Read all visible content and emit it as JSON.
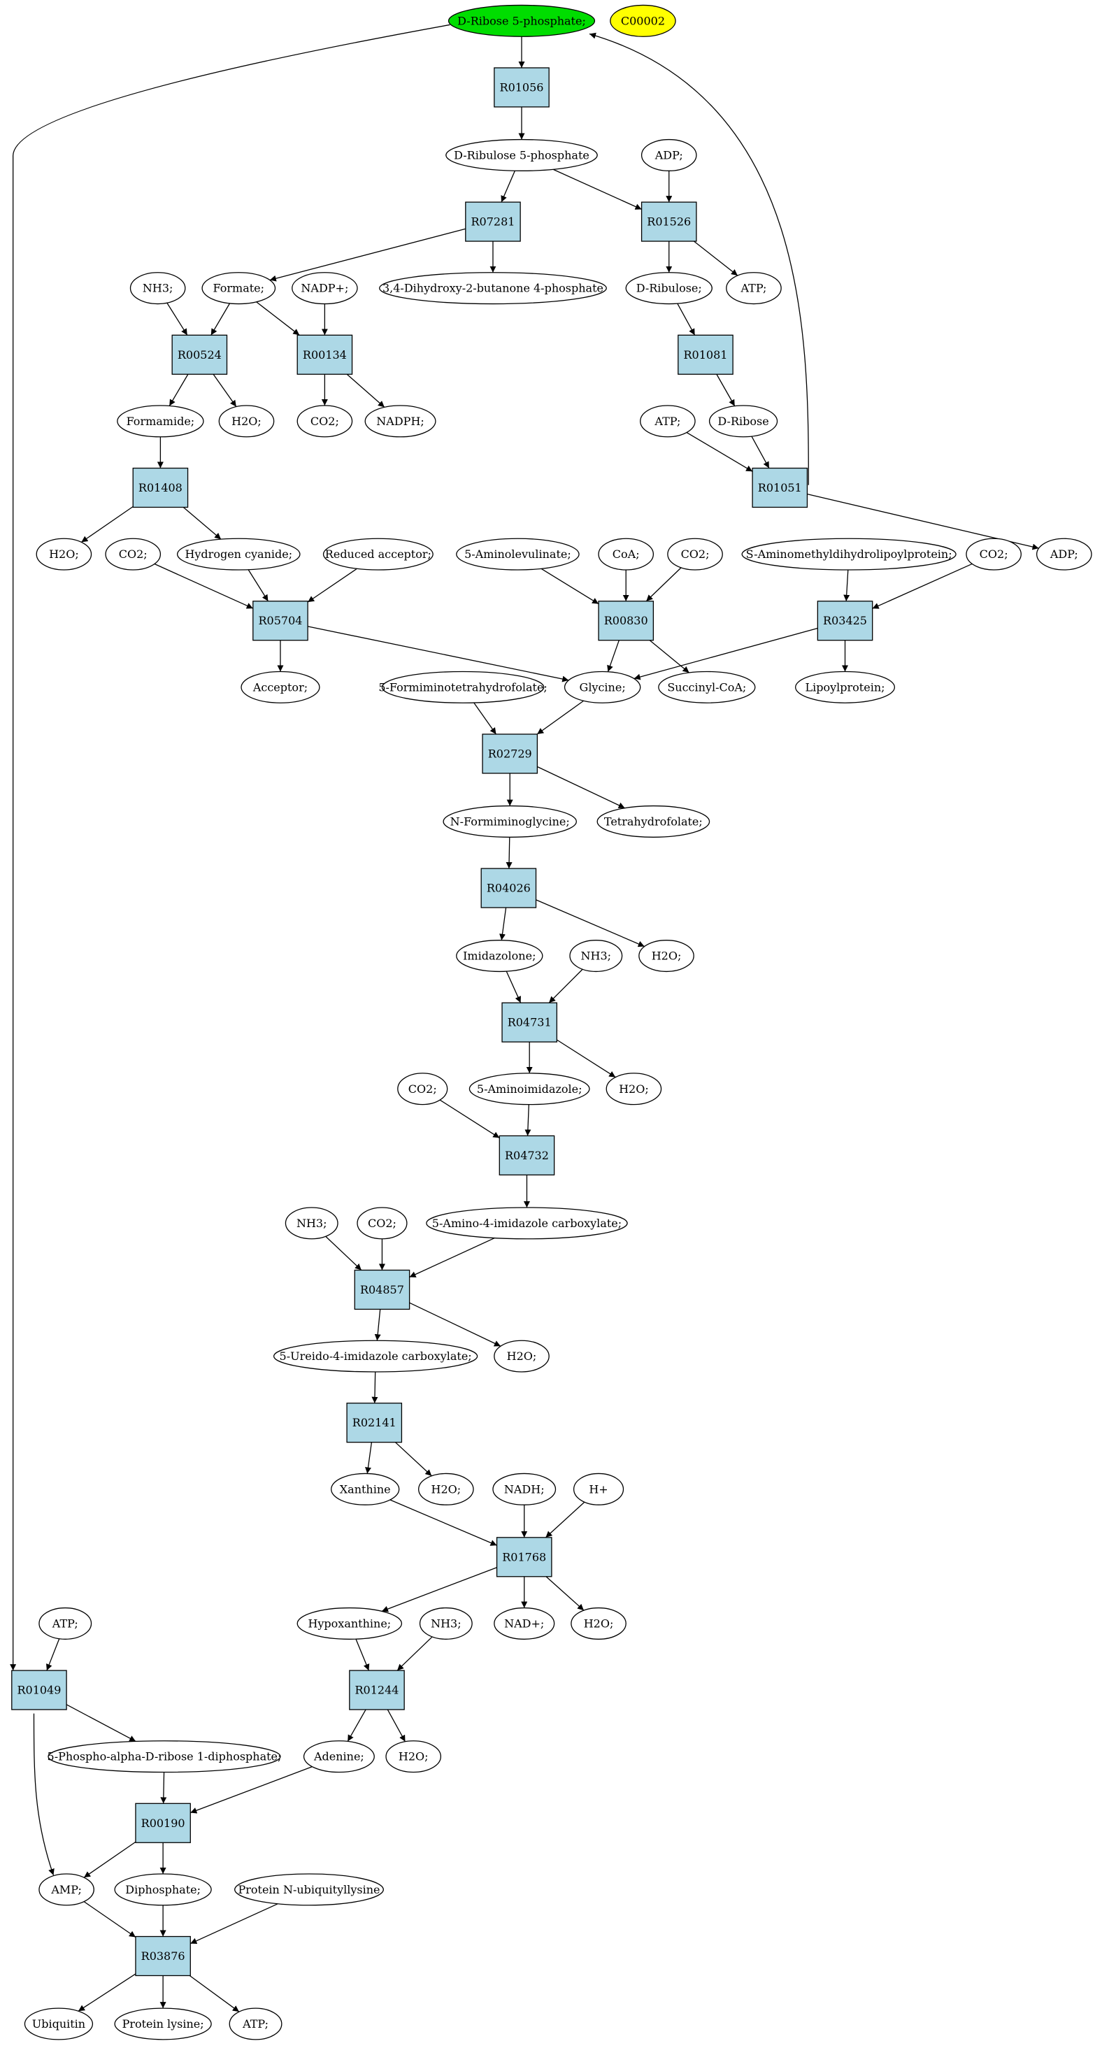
{
  "colors": {
    "start_node": "#00dd00",
    "highlight_node": "#ffff00",
    "reaction_fill": "#add8e6",
    "metabolite_fill": "#ffffff"
  },
  "nodes": {
    "m_rib5p": {
      "label": "D-Ribose 5-phosphate;",
      "kind": "metabolite",
      "color": "#00dd00"
    },
    "m_c00002": {
      "label": "C00002",
      "kind": "metabolite",
      "color": "#ffff00"
    },
    "r_R01056": {
      "label": "R01056",
      "kind": "reaction"
    },
    "m_ru5p": {
      "label": "D-Ribulose 5-phosphate",
      "kind": "metabolite"
    },
    "m_adp1": {
      "label": "ADP;",
      "kind": "metabolite"
    },
    "r_R07281": {
      "label": "R07281",
      "kind": "reaction"
    },
    "r_R01526": {
      "label": "R01526",
      "kind": "reaction"
    },
    "m_nh3a": {
      "label": "NH3;",
      "kind": "metabolite"
    },
    "m_formate": {
      "label": "Formate;",
      "kind": "metabolite"
    },
    "m_nadp": {
      "label": "NADP+;",
      "kind": "metabolite"
    },
    "m_dhbp": {
      "label": "3,4-Dihydroxy-2-butanone 4-phosphate",
      "kind": "metabolite"
    },
    "m_dribulose": {
      "label": "D-Ribulose;",
      "kind": "metabolite"
    },
    "m_atp1": {
      "label": "ATP;",
      "kind": "metabolite"
    },
    "r_R00524": {
      "label": "R00524",
      "kind": "reaction"
    },
    "r_R00134": {
      "label": "R00134",
      "kind": "reaction"
    },
    "r_R01081": {
      "label": "R01081",
      "kind": "reaction"
    },
    "m_formamide": {
      "label": "Formamide;",
      "kind": "metabolite"
    },
    "m_h2o1": {
      "label": "H2O;",
      "kind": "metabolite"
    },
    "m_co2a": {
      "label": "CO2;",
      "kind": "metabolite"
    },
    "m_nadph": {
      "label": "NADPH;",
      "kind": "metabolite"
    },
    "m_atp2": {
      "label": "ATP;",
      "kind": "metabolite"
    },
    "m_dribose": {
      "label": "D-Ribose",
      "kind": "metabolite"
    },
    "r_R01408": {
      "label": "R01408",
      "kind": "reaction"
    },
    "r_R01051": {
      "label": "R01051",
      "kind": "reaction"
    },
    "m_h2o2": {
      "label": "H2O;",
      "kind": "metabolite"
    },
    "m_co2b": {
      "label": "CO2;",
      "kind": "metabolite"
    },
    "m_hcn": {
      "label": "Hydrogen cyanide;",
      "kind": "metabolite"
    },
    "m_redacc": {
      "label": "Reduced acceptor;",
      "kind": "metabolite"
    },
    "m_ala": {
      "label": "5-Aminolevulinate;",
      "kind": "metabolite"
    },
    "m_coa": {
      "label": "CoA;",
      "kind": "metabolite"
    },
    "m_co2c": {
      "label": "CO2;",
      "kind": "metabolite"
    },
    "m_samdlp": {
      "label": "S-Aminomethyldihydrolipoylprotein;",
      "kind": "metabolite"
    },
    "m_co2d": {
      "label": "CO2;",
      "kind": "metabolite"
    },
    "m_adp2": {
      "label": "ADP;",
      "kind": "metabolite"
    },
    "r_R05704": {
      "label": "R05704",
      "kind": "reaction"
    },
    "r_R00830": {
      "label": "R00830",
      "kind": "reaction"
    },
    "r_R03425": {
      "label": "R03425",
      "kind": "reaction"
    },
    "m_acceptor": {
      "label": "Acceptor;",
      "kind": "metabolite"
    },
    "m_fthf": {
      "label": "5-Formiminotetrahydrofolate;",
      "kind": "metabolite"
    },
    "m_glycine": {
      "label": "Glycine;",
      "kind": "metabolite"
    },
    "m_succoa": {
      "label": "Succinyl-CoA;",
      "kind": "metabolite"
    },
    "m_lipoyl": {
      "label": "Lipoylprotein;",
      "kind": "metabolite"
    },
    "r_R02729": {
      "label": "R02729",
      "kind": "reaction"
    },
    "m_nfg": {
      "label": "N-Formiminoglycine;",
      "kind": "metabolite"
    },
    "m_thf": {
      "label": "Tetrahydrofolate;",
      "kind": "metabolite"
    },
    "r_R04026": {
      "label": "R04026",
      "kind": "reaction"
    },
    "m_imidazolone": {
      "label": "Imidazolone;",
      "kind": "metabolite"
    },
    "m_nh3b": {
      "label": "NH3;",
      "kind": "metabolite"
    },
    "m_h2o3": {
      "label": "H2O;",
      "kind": "metabolite"
    },
    "r_R04731": {
      "label": "R04731",
      "kind": "reaction"
    },
    "m_co2e": {
      "label": "CO2;",
      "kind": "metabolite"
    },
    "m_5ai": {
      "label": "5-Aminoimidazole;",
      "kind": "metabolite"
    },
    "m_h2o4": {
      "label": "H2O;",
      "kind": "metabolite"
    },
    "r_R04732": {
      "label": "R04732",
      "kind": "reaction"
    },
    "m_nh3c": {
      "label": "NH3;",
      "kind": "metabolite"
    },
    "m_co2f": {
      "label": "CO2;",
      "kind": "metabolite"
    },
    "m_5a4ic": {
      "label": "5-Amino-4-imidazole carboxylate;",
      "kind": "metabolite"
    },
    "r_R04857": {
      "label": "R04857",
      "kind": "reaction"
    },
    "m_5u4ic": {
      "label": "5-Ureido-4-imidazole carboxylate;",
      "kind": "metabolite"
    },
    "m_h2o5": {
      "label": "H2O;",
      "kind": "metabolite"
    },
    "r_R02141": {
      "label": "R02141",
      "kind": "reaction"
    },
    "m_xanthine": {
      "label": "Xanthine",
      "kind": "metabolite"
    },
    "m_h2o6": {
      "label": "H2O;",
      "kind": "metabolite"
    },
    "m_nadh": {
      "label": "NADH;",
      "kind": "metabolite"
    },
    "m_hplus": {
      "label": "H+",
      "kind": "metabolite"
    },
    "r_R01768": {
      "label": "R01768",
      "kind": "reaction"
    },
    "m_atp3": {
      "label": "ATP;",
      "kind": "metabolite"
    },
    "m_hypox": {
      "label": "Hypoxanthine;",
      "kind": "metabolite"
    },
    "m_nh3d": {
      "label": "NH3;",
      "kind": "metabolite"
    },
    "m_nad": {
      "label": "NAD+;",
      "kind": "metabolite"
    },
    "m_h2o7": {
      "label": "H2O;",
      "kind": "metabolite"
    },
    "r_R01049": {
      "label": "R01049",
      "kind": "reaction"
    },
    "r_R01244": {
      "label": "R01244",
      "kind": "reaction"
    },
    "m_prpp": {
      "label": "5-Phospho-alpha-D-ribose 1-diphosphate;",
      "kind": "metabolite"
    },
    "m_adenine": {
      "label": "Adenine;",
      "kind": "metabolite"
    },
    "m_h2o8": {
      "label": "H2O;",
      "kind": "metabolite"
    },
    "r_R00190": {
      "label": "R00190",
      "kind": "reaction"
    },
    "m_amp": {
      "label": "AMP;",
      "kind": "metabolite"
    },
    "m_diphosphate": {
      "label": "Diphosphate;",
      "kind": "metabolite"
    },
    "m_pnul": {
      "label": "Protein N-ubiquityllysine",
      "kind": "metabolite"
    },
    "r_R03876": {
      "label": "R03876",
      "kind": "reaction"
    },
    "m_ubiquitin": {
      "label": "Ubiquitin",
      "kind": "metabolite"
    },
    "m_plys": {
      "label": "Protein lysine;",
      "kind": "metabolite"
    },
    "m_atp4": {
      "label": "ATP;",
      "kind": "metabolite"
    }
  },
  "edges": [
    [
      "m_rib5p",
      "r_R01056"
    ],
    [
      "r_R01056",
      "m_ru5p"
    ],
    [
      "m_ru5p",
      "r_R07281"
    ],
    [
      "m_ru5p",
      "r_R01526"
    ],
    [
      "m_adp1",
      "r_R01526"
    ],
    [
      "r_R07281",
      "m_formate"
    ],
    [
      "r_R07281",
      "m_dhbp"
    ],
    [
      "r_R01526",
      "m_dribulose"
    ],
    [
      "r_R01526",
      "m_atp1"
    ],
    [
      "m_nh3a",
      "r_R00524"
    ],
    [
      "m_formate",
      "r_R00524"
    ],
    [
      "m_formate",
      "r_R00134"
    ],
    [
      "m_nadp",
      "r_R00134"
    ],
    [
      "m_dribulose",
      "r_R01081"
    ],
    [
      "r_R00524",
      "m_formamide"
    ],
    [
      "r_R00524",
      "m_h2o1"
    ],
    [
      "r_R00134",
      "m_co2a"
    ],
    [
      "r_R00134",
      "m_nadph"
    ],
    [
      "r_R01081",
      "m_dribose"
    ],
    [
      "m_formamide",
      "r_R01408"
    ],
    [
      "m_atp2",
      "r_R01051"
    ],
    [
      "m_dribose",
      "r_R01051"
    ],
    [
      "r_R01051",
      "m_rib5p"
    ],
    [
      "r_R01051",
      "m_adp2"
    ],
    [
      "r_R01408",
      "m_h2o2"
    ],
    [
      "r_R01408",
      "m_hcn"
    ],
    [
      "m_co2b",
      "r_R05704"
    ],
    [
      "m_hcn",
      "r_R05704"
    ],
    [
      "m_redacc",
      "r_R05704"
    ],
    [
      "m_ala",
      "r_R00830"
    ],
    [
      "m_coa",
      "r_R00830"
    ],
    [
      "m_co2c",
      "r_R00830"
    ],
    [
      "m_samdlp",
      "r_R03425"
    ],
    [
      "m_co2d",
      "r_R03425"
    ],
    [
      "r_R05704",
      "m_acceptor"
    ],
    [
      "r_R05704",
      "m_glycine"
    ],
    [
      "r_R00830",
      "m_glycine"
    ],
    [
      "r_R00830",
      "m_succoa"
    ],
    [
      "r_R03425",
      "m_glycine"
    ],
    [
      "r_R03425",
      "m_lipoyl"
    ],
    [
      "m_fthf",
      "r_R02729"
    ],
    [
      "m_glycine",
      "r_R02729"
    ],
    [
      "r_R02729",
      "m_nfg"
    ],
    [
      "r_R02729",
      "m_thf"
    ],
    [
      "m_nfg",
      "r_R04026"
    ],
    [
      "r_R04026",
      "m_imidazolone"
    ],
    [
      "r_R04026",
      "m_h2o3"
    ],
    [
      "m_imidazolone",
      "r_R04731"
    ],
    [
      "m_nh3b",
      "r_R04731"
    ],
    [
      "r_R04731",
      "m_5ai"
    ],
    [
      "r_R04731",
      "m_h2o4"
    ],
    [
      "m_co2e",
      "r_R04732"
    ],
    [
      "m_5ai",
      "r_R04732"
    ],
    [
      "r_R04732",
      "m_5a4ic"
    ],
    [
      "m_nh3c",
      "r_R04857"
    ],
    [
      "m_co2f",
      "r_R04857"
    ],
    [
      "m_5a4ic",
      "r_R04857"
    ],
    [
      "r_R04857",
      "m_5u4ic"
    ],
    [
      "r_R04857",
      "m_h2o5"
    ],
    [
      "m_5u4ic",
      "r_R02141"
    ],
    [
      "r_R02141",
      "m_xanthine"
    ],
    [
      "r_R02141",
      "m_h2o6"
    ],
    [
      "m_xanthine",
      "r_R01768"
    ],
    [
      "m_nadh",
      "r_R01768"
    ],
    [
      "m_hplus",
      "r_R01768"
    ],
    [
      "r_R01768",
      "m_hypox"
    ],
    [
      "r_R01768",
      "m_nad"
    ],
    [
      "r_R01768",
      "m_h2o7"
    ],
    [
      "m_hypox",
      "r_R01244"
    ],
    [
      "m_nh3d",
      "r_R01244"
    ],
    [
      "r_R01244",
      "m_adenine"
    ],
    [
      "r_R01244",
      "m_h2o8"
    ],
    [
      "m_rib5p",
      "r_R01049"
    ],
    [
      "m_atp3",
      "r_R01049"
    ],
    [
      "r_R01049",
      "m_prpp"
    ],
    [
      "r_R01049",
      "m_amp"
    ],
    [
      "m_prpp",
      "r_R00190"
    ],
    [
      "m_adenine",
      "r_R00190"
    ],
    [
      "r_R00190",
      "m_amp"
    ],
    [
      "r_R00190",
      "m_diphosphate"
    ],
    [
      "m_amp",
      "r_R03876"
    ],
    [
      "m_diphosphate",
      "r_R03876"
    ],
    [
      "m_pnul",
      "r_R03876"
    ],
    [
      "r_R03876",
      "m_ubiquitin"
    ],
    [
      "r_R03876",
      "m_plys"
    ],
    [
      "r_R03876",
      "m_atp4"
    ]
  ]
}
